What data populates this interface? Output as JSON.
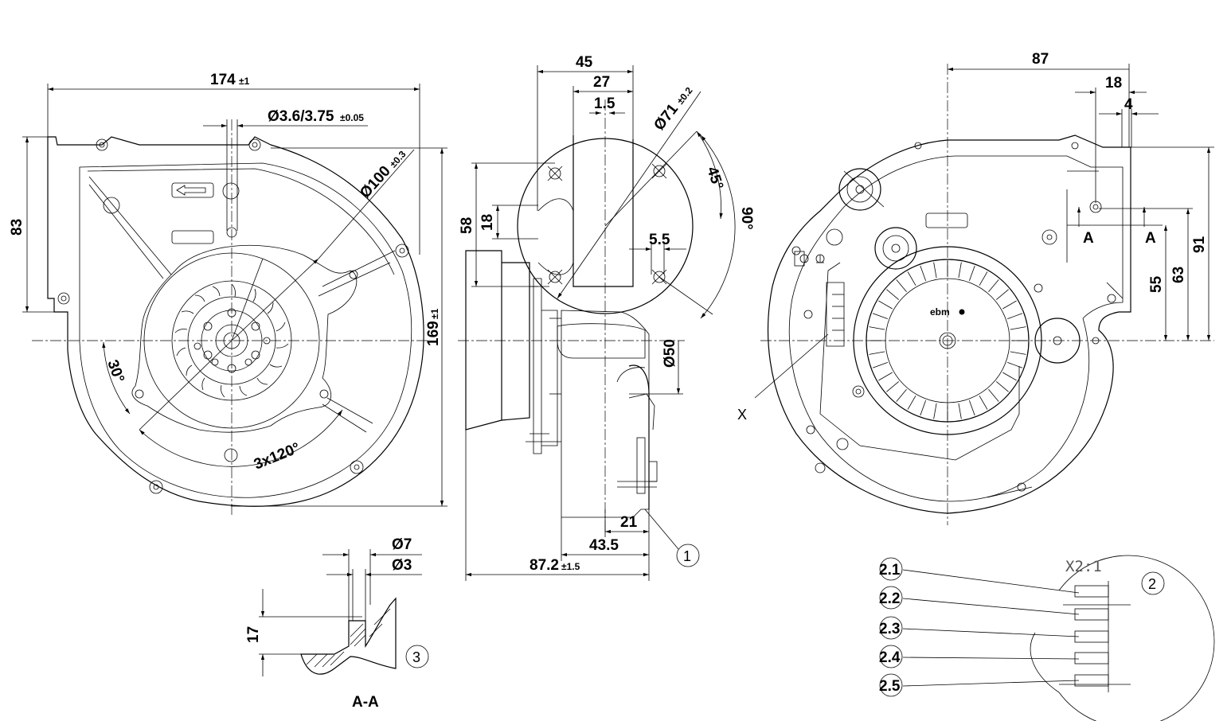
{
  "front_view": {
    "width": "174",
    "width_tol": "±1",
    "hole_dia": "Ø3.6/3.75",
    "hole_tol": "±0.05",
    "height_left": "83",
    "diameter": "Ø100",
    "diameter_tol": "±0.3",
    "height": "169",
    "height_tol": "±1",
    "angle": "30°",
    "pattern": "3x120°"
  },
  "side_view": {
    "dim_45": "45",
    "dim_27": "27",
    "dim_1_5": "1.5",
    "dim_71": "Ø71",
    "dim_71_tol": "±0.2",
    "angle_45": "45°",
    "angle_90": "90°",
    "dim_58": "58",
    "dim_18": "18",
    "dim_5_5": "5.5",
    "dim_50": "Ø50",
    "dim_21": "21",
    "dim_43_5": "43.5",
    "dim_87_2": "87.2",
    "dim_87_2_tol": "±1.5",
    "callout_1": "1"
  },
  "rear_view": {
    "dim_87": "87",
    "dim_18": "18",
    "dim_4": "4",
    "section_a_left": "A",
    "section_a_right": "A",
    "dim_91": "91",
    "dim_63": "63",
    "dim_55": "55",
    "brand": "ebm",
    "detail_x": "X"
  },
  "section_aa": {
    "dia_7": "Ø7",
    "dia_3": "Ø3",
    "dim_17": "17",
    "callout_3": "3",
    "label": "A-A"
  },
  "detail_x": {
    "scale": "X2:1",
    "callout_2": "2",
    "pins": [
      "2.1",
      "2.2",
      "2.3",
      "2.4",
      "2.5"
    ]
  }
}
